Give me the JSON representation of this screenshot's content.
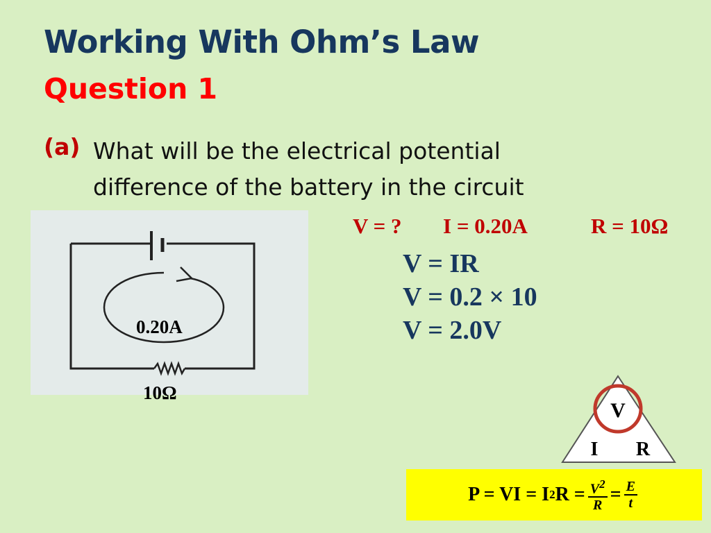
{
  "title": "Working With Ohm’s Law",
  "subtitle": "Question 1",
  "question": {
    "label": "(a)",
    "line1": "What will be the electrical potential",
    "line2": "difference of the battery in the circuit"
  },
  "circuit": {
    "current_label": "0.20A",
    "resistor_label": "10Ω"
  },
  "givens": {
    "v": "V = ?",
    "i": "I = 0.20A",
    "r": "R = 10Ω"
  },
  "steps": [
    "V = IR",
    "V = 0.2 × 10",
    "V =  2.0V"
  ],
  "triangle": {
    "top": "V",
    "left": "I",
    "right": "R"
  },
  "formula": {
    "part1": "P = VI = I",
    "sup1": "2",
    "part2": "R =",
    "frac1_num": "V",
    "frac1_sup": "2",
    "frac1_den": "R",
    "eq": "=",
    "frac2_num": "E",
    "frac2_den": "t"
  },
  "colors": {
    "background": "#d9efc3",
    "title": "#17375e",
    "subtitle": "#ff0000",
    "givens": "#c00000",
    "formula_box": "#ffff00",
    "circle": "#c0392b"
  }
}
